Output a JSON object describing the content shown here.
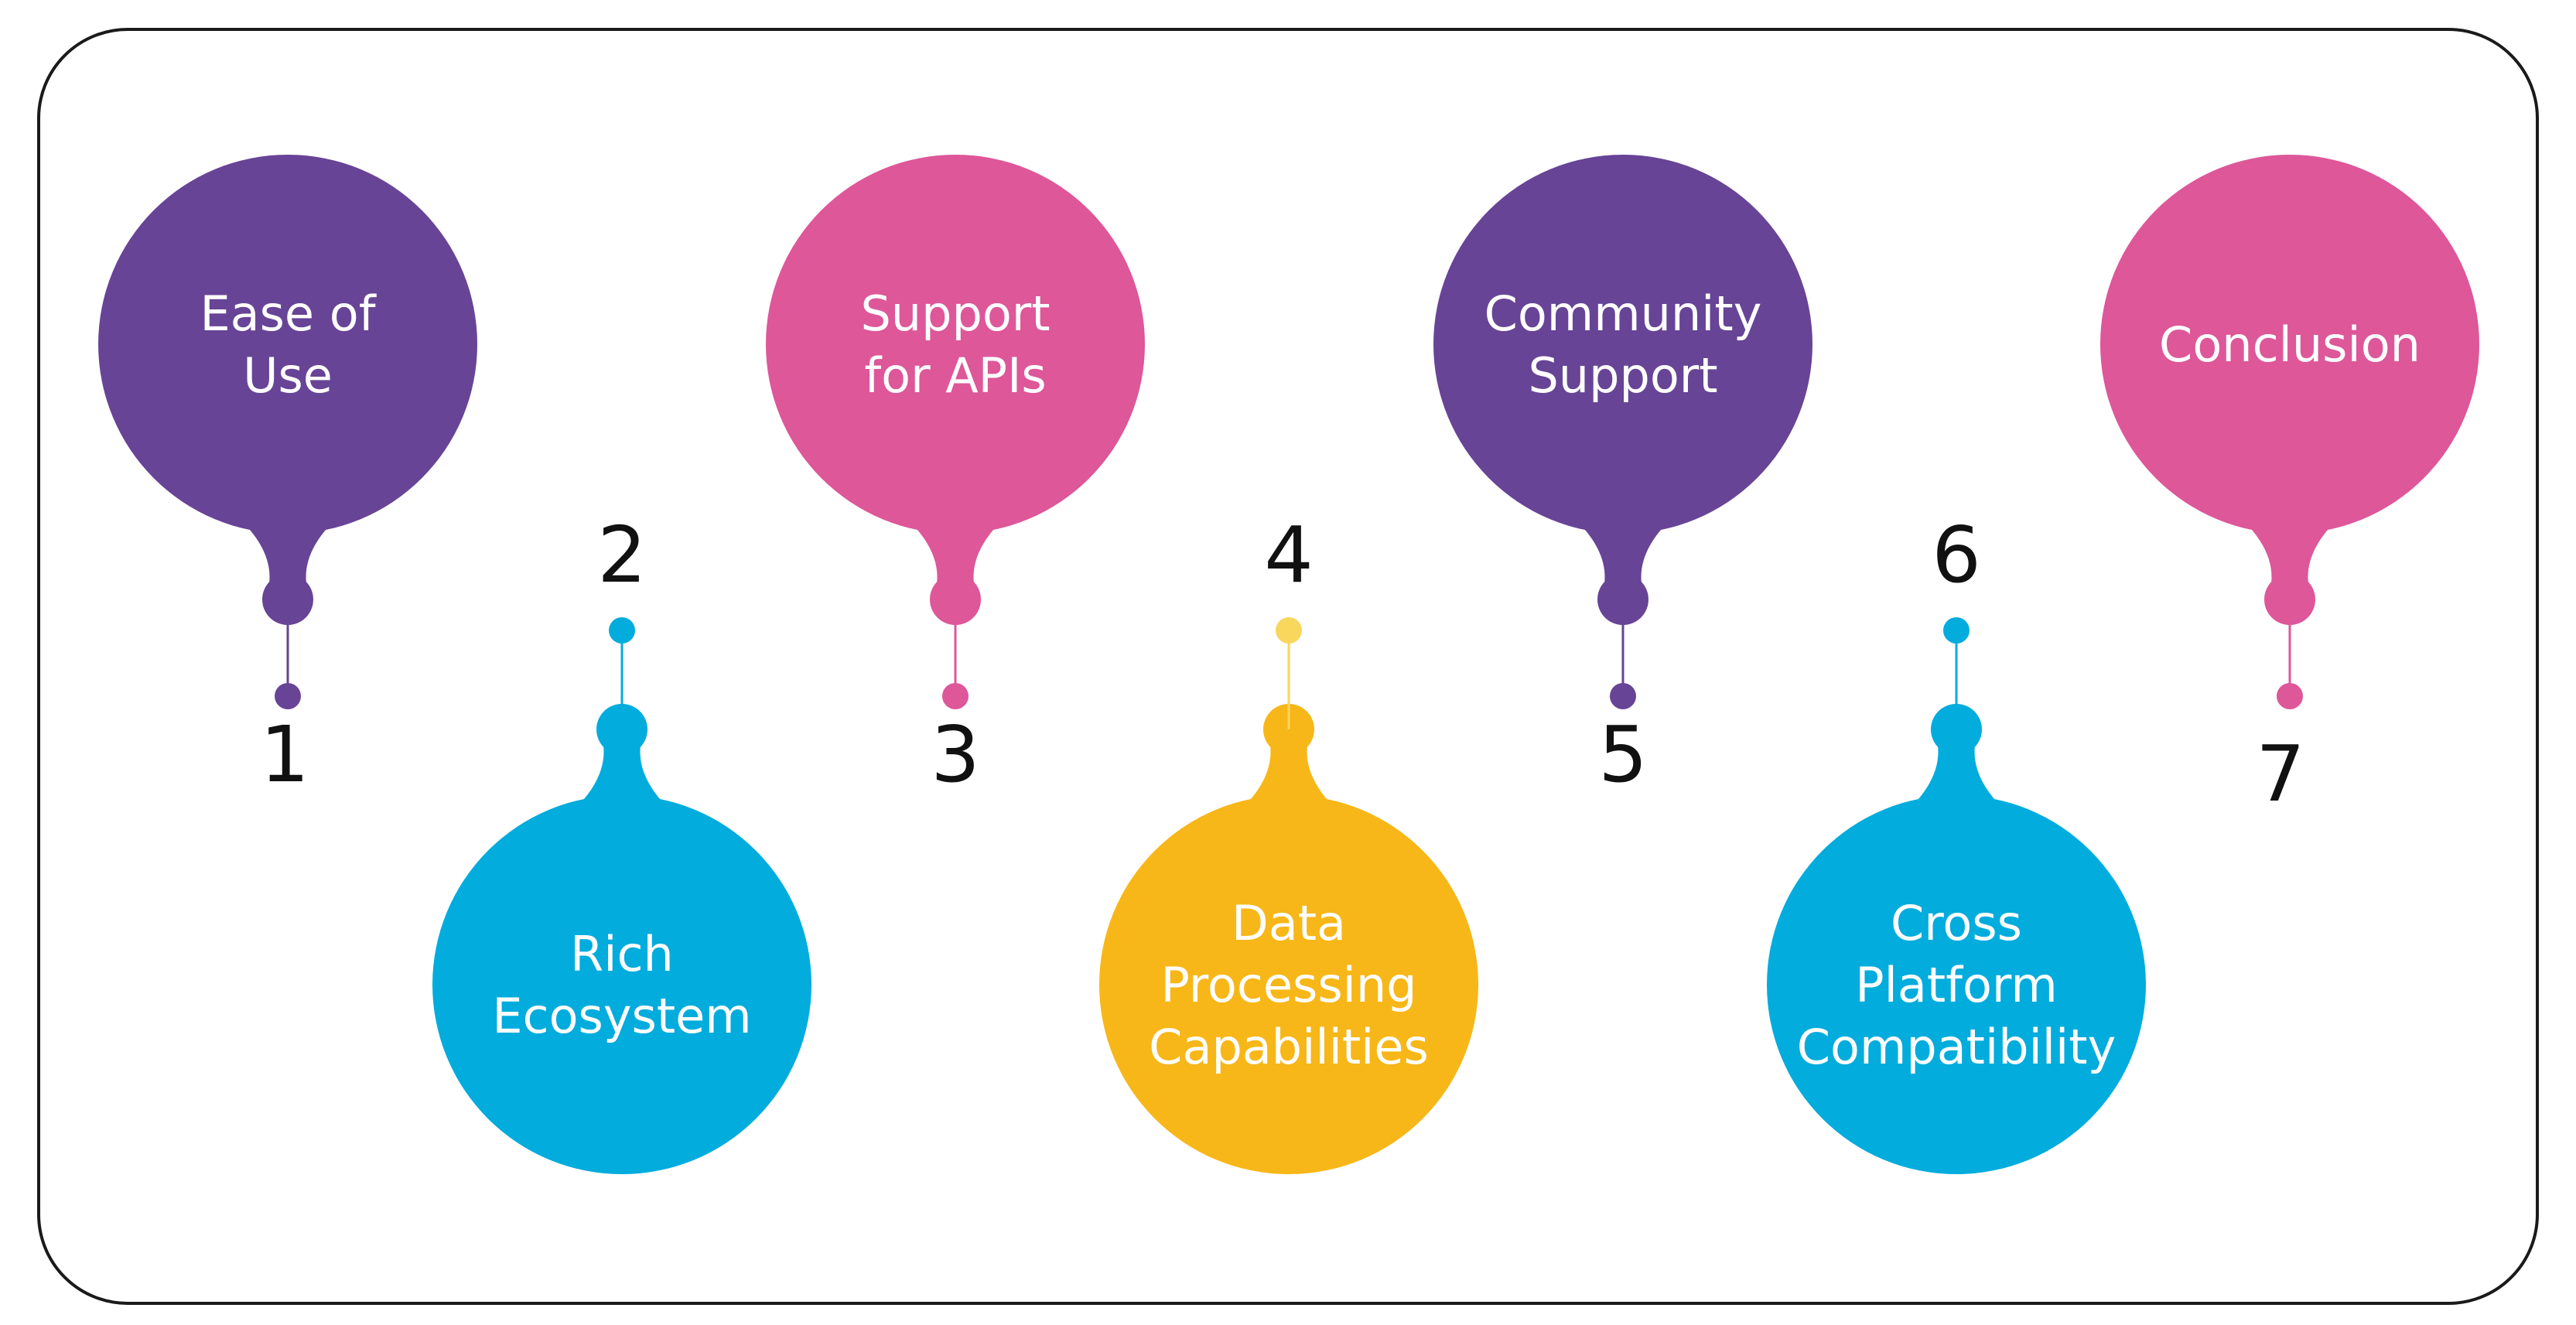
{
  "steps": [
    {
      "number": "1",
      "lines": [
        "Ease of",
        "Use"
      ],
      "color": "#674496",
      "position": "top"
    },
    {
      "number": "2",
      "lines": [
        "Rich",
        "Ecosystem"
      ],
      "color": "#02ACDD",
      "position": "bottom"
    },
    {
      "number": "3",
      "lines": [
        "Support",
        "for APIs"
      ],
      "color": "#DD5799",
      "position": "top"
    },
    {
      "number": "4",
      "lines": [
        "Data",
        "Processing",
        "Capabilities"
      ],
      "color": "#F7B718",
      "position": "bottom"
    },
    {
      "number": "5",
      "lines": [
        "Community",
        "Support"
      ],
      "color": "#674496",
      "position": "top"
    },
    {
      "number": "6",
      "lines": [
        "Cross",
        "Platform",
        "Compatibility"
      ],
      "color": "#02ACDD",
      "position": "bottom"
    },
    {
      "number": "7",
      "lines": [
        "Conclusion"
      ],
      "color": "#DD5799",
      "position": "top"
    }
  ],
  "colors": {
    "frame": "#1a1a1a",
    "label_text": "#ffffff",
    "number_text": "#111111",
    "step4_connector": "#F9D65C"
  }
}
